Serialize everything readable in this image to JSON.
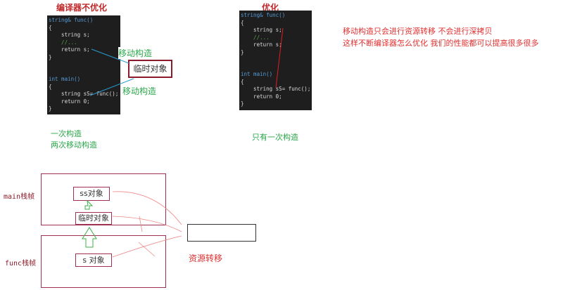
{
  "left": {
    "title": "编译器不优化",
    "code": [
      "string& func()",
      "{",
      "    string s;",
      "    //...",
      "    return s;",
      "}",
      "",
      "",
      "int main()",
      "{",
      "    string sS= func();",
      "    return 0;",
      "}"
    ],
    "move1": "移动构造",
    "move2": "移动构造",
    "temp": "临时对象",
    "summary1": "一次构造",
    "summary2": "两次移动构造"
  },
  "right": {
    "title": "优化",
    "code": [
      "string& func()",
      "{",
      "    string s;",
      "    //...",
      "    return s;",
      "}",
      "",
      "",
      "int main()",
      "{",
      "    string sS= func();",
      "    return 0;",
      "}"
    ],
    "summary": "只有一次构造"
  },
  "notes": [
    "移动构造只会进行资源转移 不会进行深拷贝",
    "这样不断编译器怎么优化 我们的性能都可以提高很多很多"
  ],
  "diagram": {
    "main_label": "main栈帧",
    "func_label": "func栈帧",
    "ss_obj": "ss对象",
    "temp_obj": "临时对象",
    "s_obj": "s 对象",
    "transfer": "资源转移"
  }
}
